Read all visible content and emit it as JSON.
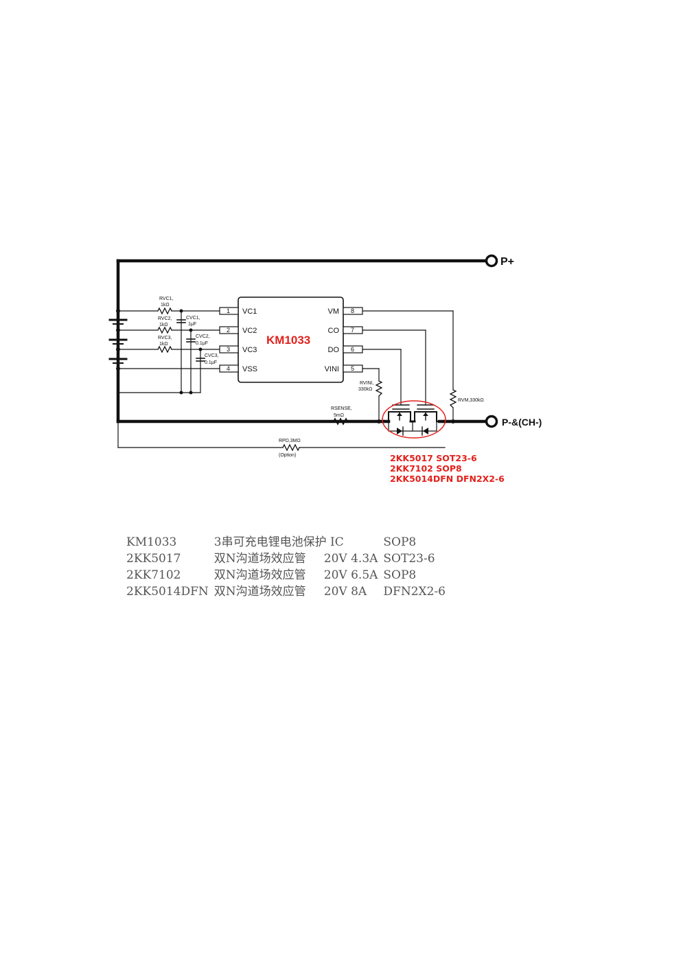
{
  "diagram": {
    "chip_name": "KM1033",
    "pins_left": [
      {
        "num": "1",
        "label": "VC1"
      },
      {
        "num": "2",
        "label": "VC2"
      },
      {
        "num": "3",
        "label": "VC3"
      },
      {
        "num": "4",
        "label": "VSS"
      }
    ],
    "pins_right": [
      {
        "num": "8",
        "label": "VM"
      },
      {
        "num": "7",
        "label": "CO"
      },
      {
        "num": "6",
        "label": "DO"
      },
      {
        "num": "5",
        "label": "VINI"
      }
    ],
    "terminal_pos": "P+",
    "terminal_neg": "P-&(CH-)",
    "components": {
      "rvc1_name": "RVC1,",
      "rvc1_value": "1kΩ",
      "rvc2_name": "RVC2,",
      "rvc2_value": "1kΩ",
      "rvc3_name": "RVC3,",
      "rvc3_value": "1kΩ",
      "cvc1_name": "CVC1,",
      "cvc1_value": "1μF",
      "cvc2_name": "CVC2,",
      "cvc2_value": "0.1μF",
      "cvc3_name": "CVC3,",
      "cvc3_value": "0.1μF",
      "rvini_name": "RVINI,",
      "rvini_value": "330kΩ",
      "rvm_label": "RVM,330kΩ",
      "rsense_name": "RSENSE,",
      "rsense_value": "5mΩ",
      "rpd_label": "RPD,3MΩ",
      "rpd_option": "(Option)"
    },
    "mosfet_options": [
      "2KK5017 SOT23-6",
      "2KK7102 SOP8",
      "2KK5014DFN DFN2X2-6"
    ],
    "accent_color": "#e2211c"
  },
  "parts_table": [
    [
      "KM1033",
      "3串可充电锂电池保护 IC",
      "",
      "SOP8"
    ],
    [
      "2KK5017",
      "双N沟道场效应管",
      "20V 4.3A",
      "SOT23-6"
    ],
    [
      "2KK7102",
      "双N沟道场效应管",
      "20V 6.5A",
      "SOP8"
    ],
    [
      "2KK5014DFN",
      "双N沟道场效应管",
      "20V 8A",
      "DFN2X2-6"
    ]
  ]
}
